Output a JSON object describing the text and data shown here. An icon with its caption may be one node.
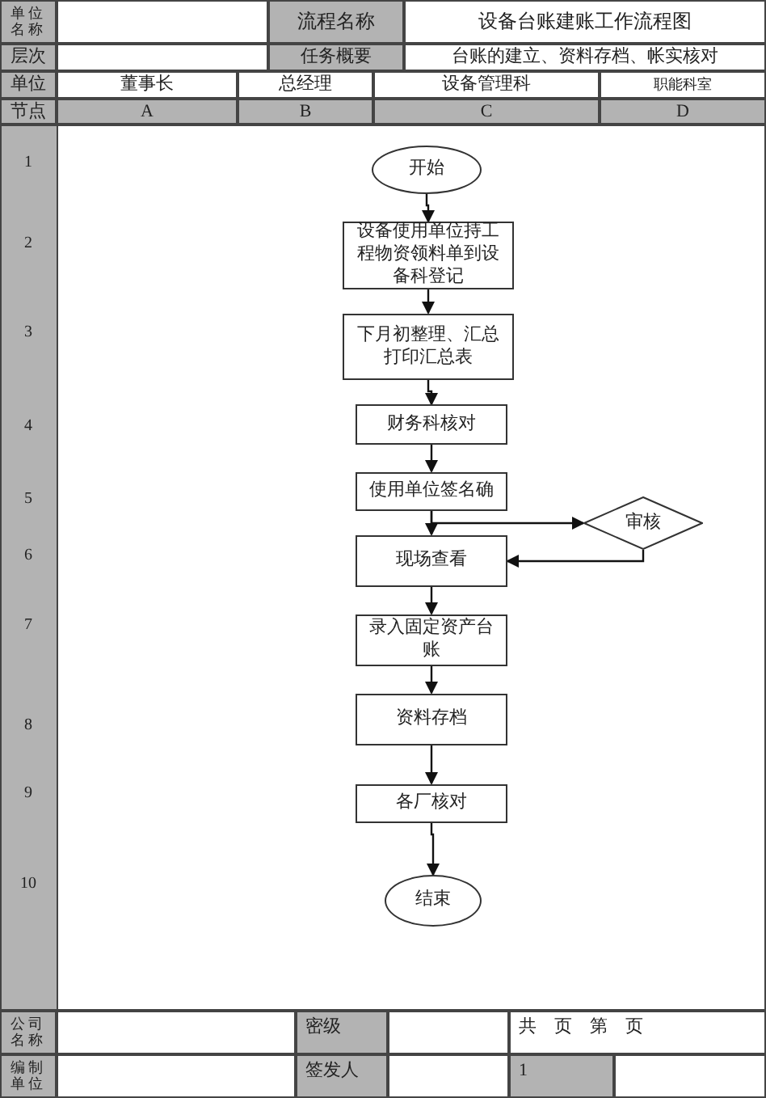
{
  "diagram": {
    "nodes": [
      {
        "text": [
          "开始"
        ]
      },
      {
        "text": [
          "设备使用单位持工程物资领料单到设备科登记"
        ]
      },
      {
        "text": [
          "下月初整理、汇总打印汇总表"
        ]
      },
      {
        "text": [
          "财务科核对"
        ]
      },
      {
        "text": [
          "使用单位签名确"
        ]
      },
      {
        "text": [
          "审核"
        ]
      },
      {
        "text": [
          "现场查看"
        ]
      },
      {
        "text": [
          "录入固定资产台账"
        ]
      },
      {
        "text": [
          "资料存档"
        ]
      },
      {
        "text": [
          "各厂核对"
        ]
      },
      {
        "text": [
          "结束"
        ]
      }
    ],
    "edges": [
      {
        "from": 0,
        "to": 1,
        "arrow": "to"
      },
      {
        "from": 1,
        "to": 2,
        "arrow": "to"
      },
      {
        "from": 2,
        "to": 3,
        "arrow": "to"
      },
      {
        "from": 3,
        "to": 4,
        "arrow": "to"
      },
      {
        "from": 4,
        "to": 6,
        "arrow": "to"
      },
      {
        "from": 4,
        "to": 5,
        "arrow": "to"
      },
      {
        "from": 5,
        "to": 6,
        "arrow": "to"
      },
      {
        "from": 6,
        "to": 7,
        "arrow": "to"
      },
      {
        "from": 7,
        "to": 8,
        "arrow": "to"
      },
      {
        "from": 8,
        "to": 9,
        "arrow": "to"
      },
      {
        "from": 9,
        "to": 10,
        "arrow": "to"
      }
    ],
    "labels": [
      "单位名称",
      "流程名称",
      "设备台账建账工作流程图",
      "层次",
      "任务概要",
      "台账的建立、资料存档、帐实核对",
      "单位",
      "董事长",
      "总经理",
      "设备管理科",
      "职能科室",
      "节点",
      "A",
      "B",
      "C",
      "D",
      "1",
      "2",
      "3",
      "4",
      "5",
      "6",
      "7",
      "8",
      "9",
      "10",
      "公司名称",
      "密级",
      "共　页　第　页",
      "编制单位",
      "签发人",
      "1"
    ]
  }
}
